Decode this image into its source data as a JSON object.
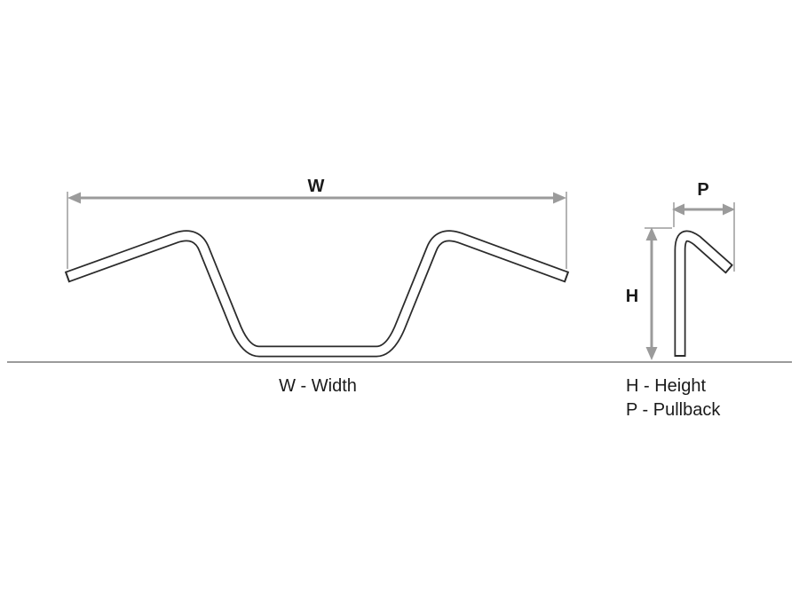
{
  "colors": {
    "background": "#ffffff",
    "tube_outline": "#2b2b2b",
    "tube_fill": "#ffffff",
    "dimension": "#9b9b9b",
    "text": "#1a1a1a"
  },
  "dimensions": {
    "width": {
      "symbol": "W",
      "label": "W - Width"
    },
    "height": {
      "symbol": "H",
      "label": "H - Height"
    },
    "pullback": {
      "symbol": "P",
      "label": "P - Pullback"
    }
  }
}
